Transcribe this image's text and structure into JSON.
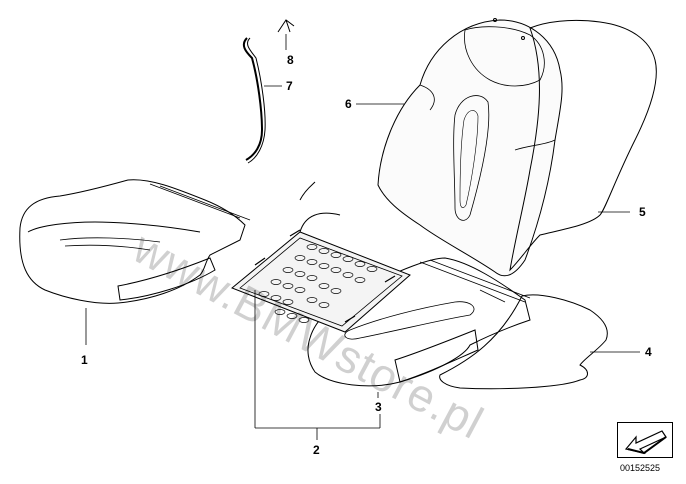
{
  "callouts": {
    "c1": "1",
    "c2": "2",
    "c3": "3",
    "c4": "4",
    "c5": "5",
    "c6": "6",
    "c7": "7",
    "c8": "8"
  },
  "watermark": "www.BMWstore.pl",
  "diagram_number": "00152525",
  "icons": {
    "nav": "arrow-down-left-icon"
  }
}
